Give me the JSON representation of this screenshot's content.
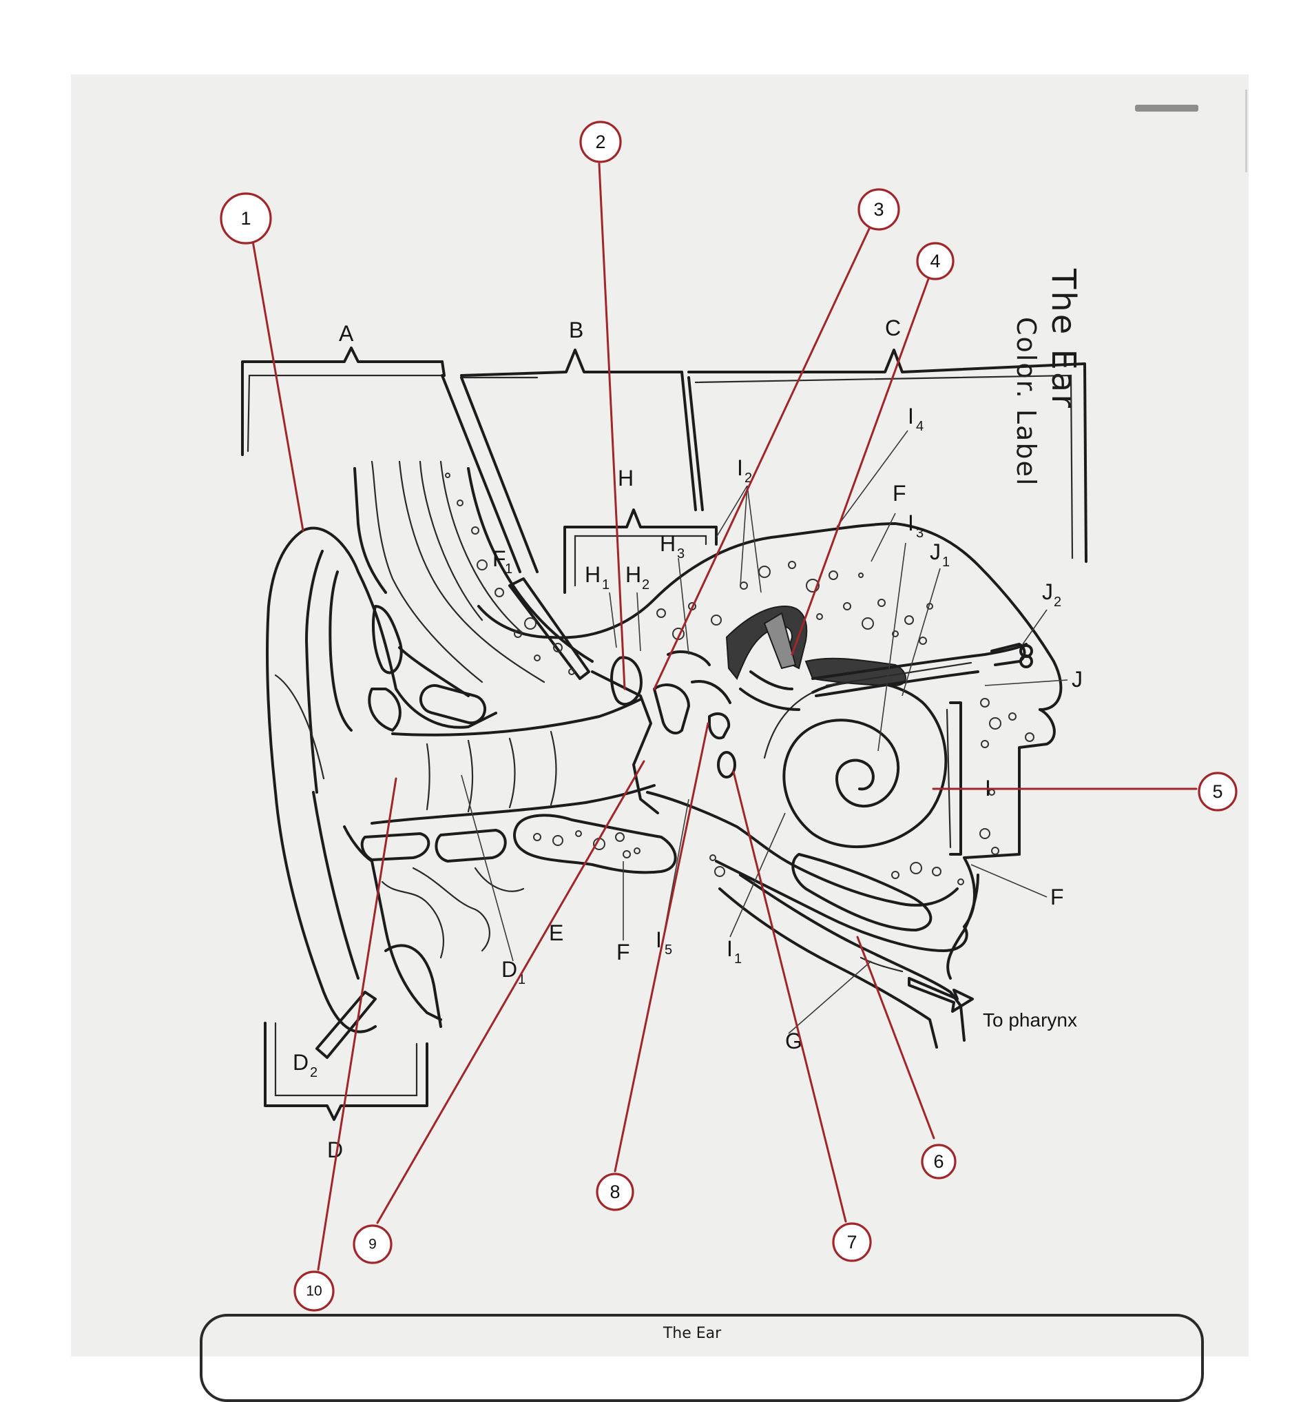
{
  "side_title": {
    "line1": "The Ear",
    "line2": "Color. Label"
  },
  "footer": {
    "title": "The Ear"
  },
  "region_labels": {
    "A": "A",
    "B": "B",
    "C": "C",
    "D": "D",
    "E": "E",
    "G": "G",
    "I": "I",
    "F": "F",
    "F1": "F",
    "F1_sub": "1",
    "H": "H",
    "H1": "H",
    "H1_sub": "1",
    "H2": "H",
    "H2_sub": "2",
    "H3": "H",
    "H3_sub": "3",
    "I1": "I",
    "I1_sub": "1",
    "I2": "I",
    "I2_sub": "2",
    "I3": "I",
    "I3_sub": "3",
    "I4": "I",
    "I4_sub": "4",
    "I5": "I",
    "I5_sub": "5",
    "J": "J",
    "J1": "J",
    "J1_sub": "1",
    "J2": "J",
    "J2_sub": "2",
    "D1": "D",
    "D1_sub": "1",
    "D2": "D",
    "D2_sub": "2",
    "to_pharynx": "To pharynx"
  },
  "markers": [
    "1",
    "2",
    "3",
    "4",
    "5",
    "6",
    "7",
    "8",
    "9",
    "10"
  ],
  "colors": {
    "marker_red": "#a1262a",
    "ink": "#1c1c1c",
    "paper": "#efefed"
  }
}
